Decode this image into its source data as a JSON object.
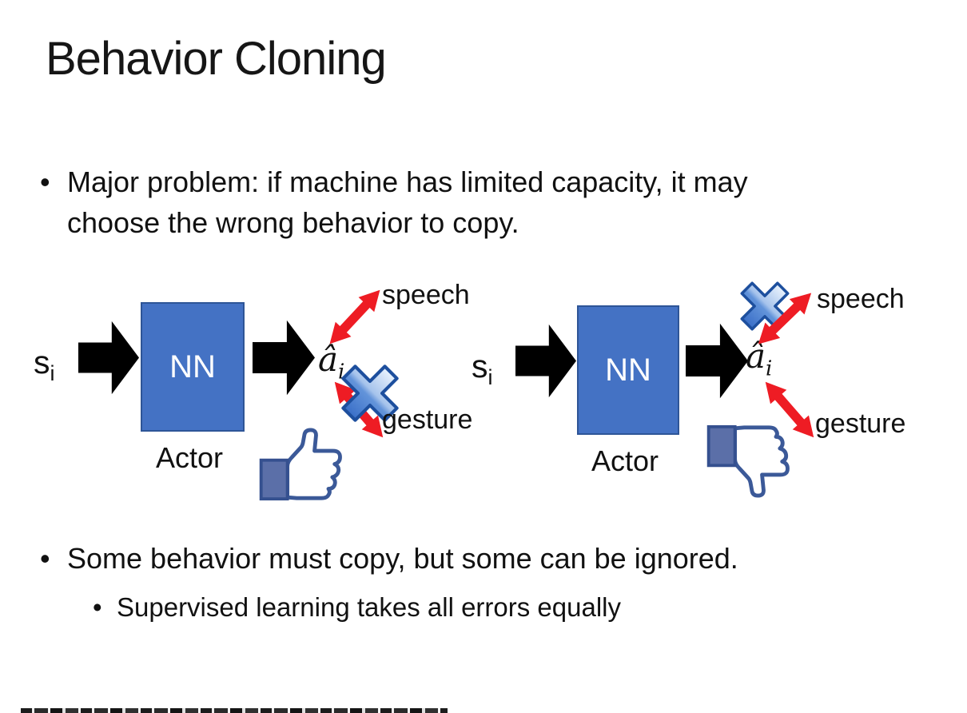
{
  "title": "Behavior Cloning",
  "bullet_char": "•",
  "bullets": {
    "b1": "Major problem: if machine has limited capacity, it may choose the wrong behavior to copy.",
    "b2": "Some behavior must copy, but some can be ignored.",
    "b2_sub": "Supervised learning takes all errors equally"
  },
  "diagram": {
    "state_symbol": "s",
    "state_subscript": "i",
    "nn_label": "NN",
    "actor_label": "Actor",
    "action_symbol": "â",
    "action_subscript": "i",
    "speech_label": "speech",
    "gesture_label": "gesture",
    "left_crossed_out": "gesture",
    "right_crossed_out": "speech",
    "left_verdict": "thumbs-up",
    "right_verdict": "thumbs-down"
  },
  "colors": {
    "background": "#ffffff",
    "text": "#111111",
    "nn_box_fill": "#4472c4",
    "nn_box_border": "#2e5597",
    "arrow_black": "#000000",
    "arrow_red": "#ee1c24",
    "cross_blue": "#4a84d8",
    "thumb_navy": "#3b5998",
    "thumb_cuff": "#5b6fa8"
  }
}
